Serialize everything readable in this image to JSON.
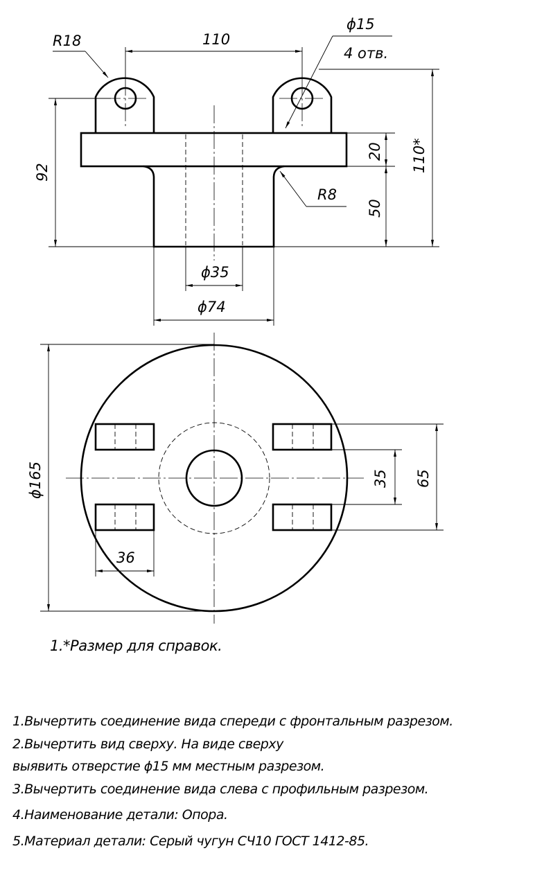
{
  "dimensions": {
    "r18": "R18",
    "d15": "ϕ15",
    "holes": "4 отв.",
    "w110": "110",
    "h92": "92",
    "t20": "20",
    "h110": "110*",
    "r8": "R8",
    "h50": "50",
    "d35": "ϕ35",
    "d74": "ϕ74",
    "d165": "ϕ165",
    "s35": "35",
    "s65": "65",
    "w36": "36"
  },
  "footnote": "1.*Размер для справок.",
  "tasks": [
    "1.Вычертить соединение вида спереди с фронтальным разрезом.",
    "2.Вычертить вид сверху. На виде сверху",
    "выявить отверстие ϕ15 мм местным разрезом.",
    "3.Вычертить соединение вида слева с профильным разрезом.",
    "4.Наименование детали: Опора.",
    "5.Материал детали: Серый чугун СЧ10 ГОСТ 1412-85."
  ]
}
